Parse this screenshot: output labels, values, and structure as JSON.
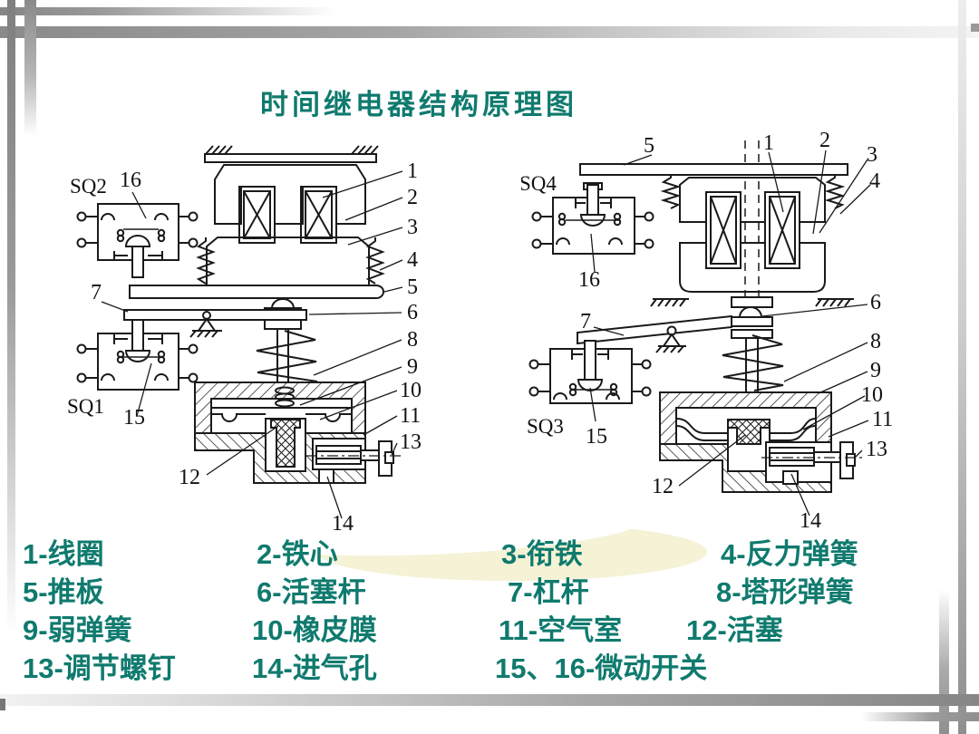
{
  "title": "时间继电器结构原理图",
  "colors": {
    "accent": "#0f7a6e",
    "line": "#1a1a1a"
  },
  "legend": {
    "items": [
      "1-线圈",
      "2-铁心",
      "3-衔铁",
      "4-反力弹簧",
      "5-推板",
      "6-活塞杆",
      "7-杠杆",
      "8-塔形弹簧",
      "9-弱弹簧",
      "10-橡皮膜",
      "11-空气室",
      "12-活塞",
      "13-调节螺钉",
      "14-进气孔",
      "15、16-微动开关"
    ]
  },
  "diagram_left": {
    "sq_top": "SQ2",
    "sq_bottom": "SQ1",
    "n1": "1",
    "n2": "2",
    "n3": "3",
    "n4": "4",
    "n5": "5",
    "n6": "6",
    "n7": "7",
    "n8": "8",
    "n9": "9",
    "n10": "10",
    "n11": "11",
    "n12": "12",
    "n13": "13",
    "n14": "14",
    "n15": "15",
    "n16": "16"
  },
  "diagram_right": {
    "sq_top": "SQ4",
    "sq_bottom": "SQ3",
    "n1": "1",
    "n2": "2",
    "n3": "3",
    "n4": "4",
    "n5": "5",
    "n6": "6",
    "n7": "7",
    "n8": "8",
    "n9": "9",
    "n10": "10",
    "n11": "11",
    "n12": "12",
    "n13": "13",
    "n14": "14",
    "n15": "15",
    "n16": "16"
  }
}
